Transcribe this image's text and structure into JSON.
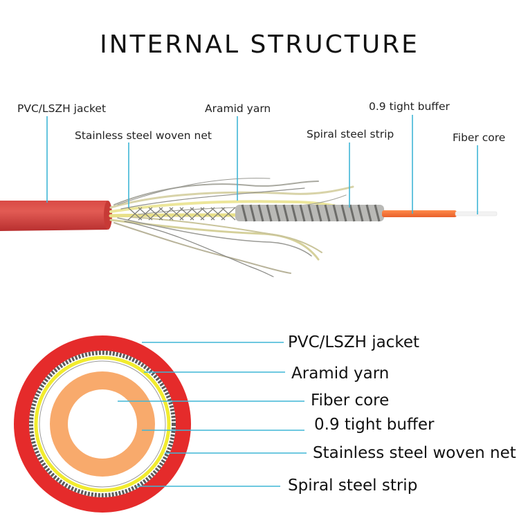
{
  "title": "INTERNAL STRUCTURE",
  "colors": {
    "jacket_red": "#e52b2b",
    "aramid_yellow": "#f2ec2e",
    "buffer_orange": "#f8aa6c",
    "leader_blue": "#3fb6d6"
  },
  "cable_labels": {
    "jacket": "PVC/LSZH jacket",
    "woven_net": "Stainless steel woven net",
    "aramid": "Aramid yarn",
    "spiral": "Spiral steel strip",
    "buffer": "0.9 tight buffer",
    "fiber": "Fiber core"
  },
  "cross_section_labels": {
    "jacket": "PVC/LSZH jacket",
    "aramid": "Aramid yarn",
    "fiber": "Fiber core",
    "buffer": "0.9 tight buffer",
    "woven_net": "Stainless steel woven net",
    "spiral": "Spiral steel strip"
  }
}
